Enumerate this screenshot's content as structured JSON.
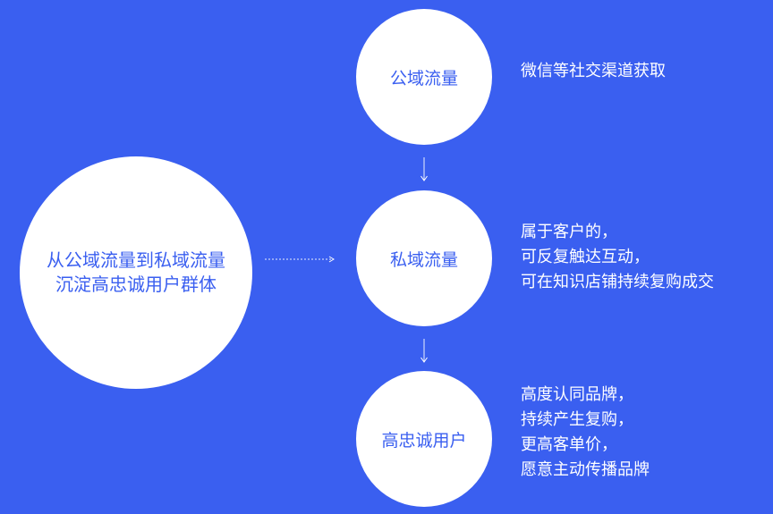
{
  "diagram": {
    "main_node": {
      "line1": "从公域流量到私域流量",
      "line2": "沉淀高忠诚用户群体"
    },
    "stages": [
      {
        "title": "公域流量",
        "description": [
          "微信等社交渠道获取"
        ]
      },
      {
        "title": "私域流量",
        "description": [
          "属于客户的，",
          "可反复触达互动，",
          "可在知识店铺持续复购成交"
        ]
      },
      {
        "title": "高忠诚用户",
        "description": [
          "高度认同品牌，",
          "持续产生复购，",
          "更高客单价，",
          "愿意主动传播品牌"
        ]
      }
    ]
  },
  "colors": {
    "background": "#3a5ff0",
    "node_fill": "#ffffff",
    "node_text": "#3a5ff0",
    "description_text": "#ffffff",
    "connector": "#ffffff"
  }
}
